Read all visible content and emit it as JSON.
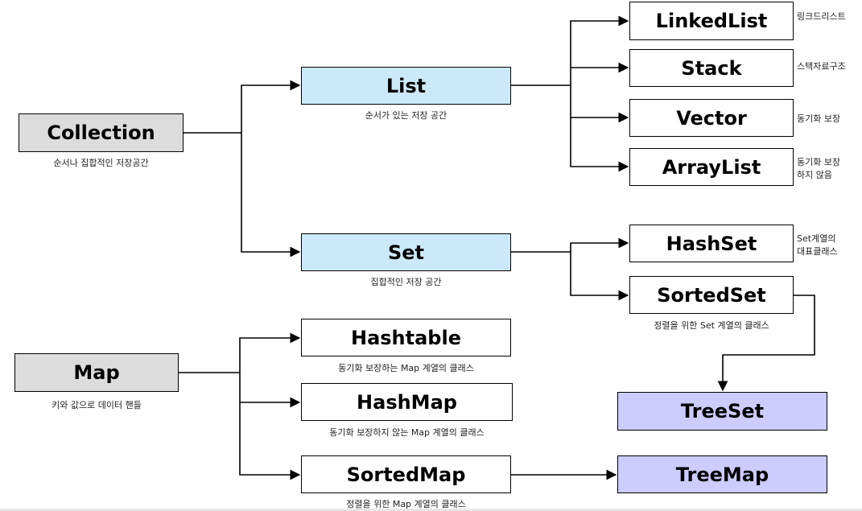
{
  "colors": {
    "root": "#dcdcdc",
    "interface": "#cce9fa",
    "concrete": "#ffffff",
    "tree": "#ccccff",
    "line": "#000000"
  },
  "nodes": {
    "collection": {
      "label": "Collection",
      "caption": "순서나 집합적인 저장공간"
    },
    "list": {
      "label": "List",
      "caption": "순서가 있는 저장 공간"
    },
    "set": {
      "label": "Set",
      "caption": "집합적인 저장 공간"
    },
    "linkedlist": {
      "label": "LinkedList",
      "note": "링크드리스트"
    },
    "stack": {
      "label": "Stack",
      "note": "스택자료구조"
    },
    "vector": {
      "label": "Vector",
      "note": "동기화 보장"
    },
    "arraylist": {
      "label": "ArrayList",
      "note_lines": [
        "동기화 보장",
        "하지 않음"
      ]
    },
    "hashset": {
      "label": "HashSet",
      "note_lines": [
        "Set계열의",
        "대표클래스"
      ]
    },
    "sortedset": {
      "label": "SortedSet",
      "caption": "정렬을 위한 Set 계열의 클래스"
    },
    "treeset": {
      "label": "TreeSet"
    },
    "map": {
      "label": "Map",
      "caption": "키와 값으로 데이터 핸들"
    },
    "hashtable": {
      "label": "Hashtable",
      "caption": "동기화 보장하는 Map 계열의 클래스"
    },
    "hashmap": {
      "label": "HashMap",
      "caption": "동기화 보장하지 않는 Map 계열의 클래스"
    },
    "sortedmap": {
      "label": "SortedMap",
      "caption": "정렬을 위한 Map 계열의 클래스"
    },
    "treemap": {
      "label": "TreeMap"
    }
  },
  "edges": [
    {
      "from": "collection",
      "to": "list"
    },
    {
      "from": "collection",
      "to": "set"
    },
    {
      "from": "list",
      "to": "linkedlist"
    },
    {
      "from": "list",
      "to": "stack"
    },
    {
      "from": "list",
      "to": "vector"
    },
    {
      "from": "list",
      "to": "arraylist"
    },
    {
      "from": "set",
      "to": "hashset"
    },
    {
      "from": "set",
      "to": "sortedset"
    },
    {
      "from": "sortedset",
      "to": "treeset"
    },
    {
      "from": "map",
      "to": "hashtable"
    },
    {
      "from": "map",
      "to": "hashmap"
    },
    {
      "from": "map",
      "to": "sortedmap"
    },
    {
      "from": "sortedmap",
      "to": "treemap"
    }
  ]
}
